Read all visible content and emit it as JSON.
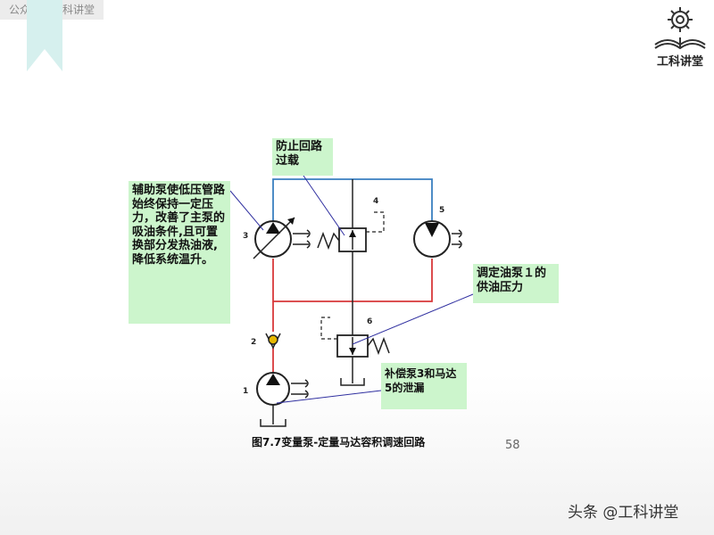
{
  "header": {
    "tag": "公众号：工科讲堂"
  },
  "logo": {
    "text": "工科讲堂"
  },
  "diagram": {
    "component_labels": [
      "1",
      "2",
      "3",
      "4",
      "5",
      "6"
    ],
    "callouts": {
      "auxiliary_pump": "辅助泵使低压管路始终保持一定压力，改善了主泵的吸油条件,且可置换部分发热油液,降低系统温升。",
      "prevent_overload": "防止回路过载",
      "set_pressure": "调定油泵１的供油压力",
      "compensate_leak": "补偿泵3和马达5的泄漏"
    },
    "caption": "图7.7变量泵-定量马达容积调速回路"
  },
  "page_number": "58",
  "watermark": "头条 @工科讲堂",
  "colors": {
    "high_pressure_line": "#3a7fc0",
    "low_pressure_line": "#d8383a",
    "callout_bg": "#ccf5cc",
    "leader": "#3030a0"
  }
}
